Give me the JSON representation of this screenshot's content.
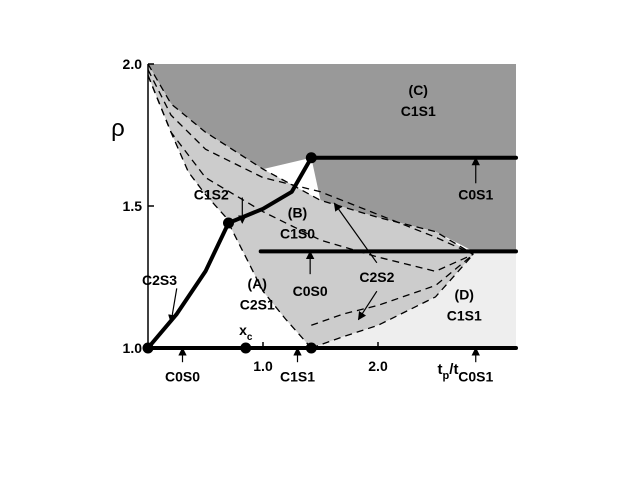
{
  "chart_data": {
    "type": "phase-diagram",
    "title": "",
    "xlabel": "t_p/t",
    "ylabel": "ρ",
    "xlim": [
      0,
      3.2
    ],
    "ylim": [
      1.0,
      2.0
    ],
    "xticks": [
      {
        "value": 1.0,
        "label": "1.0"
      },
      {
        "value": 2.0,
        "label": "2.0"
      }
    ],
    "yticks": [
      {
        "value": 1.0,
        "label": "1.0"
      },
      {
        "value": 1.5,
        "label": "1.5"
      },
      {
        "value": 2.0,
        "label": "2.0"
      }
    ],
    "colors": {
      "region_C": "#999999",
      "region_B": "#cccccc",
      "region_D": "#eeeeee",
      "line": "#000000"
    },
    "regions": [
      {
        "id": "A",
        "letter": "(A)",
        "phase": "C2S1",
        "at": [
          0.95,
          1.21
        ]
      },
      {
        "id": "B",
        "letter": "(B)",
        "phase": "C1S0",
        "at": [
          1.3,
          1.46
        ]
      },
      {
        "id": "C",
        "letter": "(C)",
        "phase": "C1S1",
        "at": [
          2.35,
          1.89
        ]
      },
      {
        "id": "D",
        "letter": "(D)",
        "phase": "C1S1",
        "at": [
          2.75,
          1.17
        ]
      }
    ],
    "points": [
      {
        "x": 0.0,
        "y": 1.0
      },
      {
        "x": 0.85,
        "y": 1.0,
        "label": "x",
        "sub": "c"
      },
      {
        "x": 1.42,
        "y": 1.0
      },
      {
        "x": 0.7,
        "y": 1.44
      },
      {
        "x": 1.42,
        "y": 1.67
      }
    ],
    "thick_lines": [
      {
        "name": "bottom",
        "points": [
          [
            0.0,
            1.0
          ],
          [
            3.2,
            1.0
          ]
        ]
      },
      {
        "name": "c2s3",
        "points": [
          [
            0.0,
            1.0
          ],
          [
            0.25,
            1.12
          ],
          [
            0.5,
            1.27
          ],
          [
            0.7,
            1.44
          ]
        ]
      },
      {
        "name": "c1s2",
        "points": [
          [
            0.7,
            1.44
          ],
          [
            1.0,
            1.49
          ],
          [
            1.25,
            1.55
          ],
          [
            1.42,
            1.67
          ]
        ]
      },
      {
        "name": "upper-plateau",
        "points": [
          [
            1.42,
            1.67
          ],
          [
            3.2,
            1.67
          ]
        ]
      },
      {
        "name": "lower-plateau",
        "points": [
          [
            0.98,
            1.34
          ],
          [
            3.2,
            1.34
          ]
        ]
      }
    ],
    "dashed_lines": [
      {
        "name": "outer-upper",
        "points": [
          [
            0.0,
            2.0
          ],
          [
            0.2,
            1.86
          ],
          [
            0.5,
            1.76
          ],
          [
            1.0,
            1.63
          ],
          [
            1.5,
            1.52
          ],
          [
            2.0,
            1.46
          ],
          [
            2.5,
            1.41
          ],
          [
            2.83,
            1.33
          ]
        ]
      },
      {
        "name": "inner-upper",
        "points": [
          [
            0.0,
            1.98
          ],
          [
            0.2,
            1.82
          ],
          [
            0.5,
            1.7
          ],
          [
            1.0,
            1.6
          ],
          [
            1.5,
            1.55
          ],
          [
            2.0,
            1.47
          ],
          [
            2.5,
            1.39
          ],
          [
            2.83,
            1.33
          ]
        ]
      },
      {
        "name": "inner-lower",
        "points": [
          [
            0.0,
            1.96
          ],
          [
            0.2,
            1.76
          ],
          [
            0.5,
            1.6
          ],
          [
            1.0,
            1.48
          ],
          [
            1.5,
            1.38
          ],
          [
            2.0,
            1.32
          ],
          [
            2.5,
            1.27
          ],
          [
            2.83,
            1.33
          ]
        ]
      },
      {
        "name": "left-envelope",
        "points": [
          [
            0.0,
            1.96
          ],
          [
            0.1,
            1.86
          ],
          [
            0.2,
            1.76
          ],
          [
            0.35,
            1.62
          ],
          [
            0.5,
            1.54
          ],
          [
            0.7,
            1.45
          ]
        ]
      },
      {
        "name": "d-lower-1",
        "points": [
          [
            1.42,
            1.0
          ],
          [
            1.7,
            1.04
          ],
          [
            2.0,
            1.08
          ],
          [
            2.5,
            1.18
          ],
          [
            2.83,
            1.33
          ]
        ]
      },
      {
        "name": "d-lower-2",
        "points": [
          [
            1.42,
            1.08
          ],
          [
            1.7,
            1.12
          ],
          [
            2.0,
            1.15
          ],
          [
            2.5,
            1.22
          ],
          [
            2.83,
            1.33
          ]
        ]
      },
      {
        "name": "d-lower-3",
        "points": [
          [
            0.7,
            1.44
          ],
          [
            0.85,
            1.32
          ],
          [
            1.0,
            1.2
          ],
          [
            1.2,
            1.1
          ],
          [
            1.42,
            1.0
          ]
        ]
      }
    ],
    "annotations": [
      {
        "name": "c1s2",
        "text": "C1S2",
        "text_at": [
          0.55,
          1.54
        ],
        "arrows": [
          [
            [
              0.82,
              1.53
            ],
            [
              0.82,
              1.44
            ]
          ]
        ]
      },
      {
        "name": "c2s2",
        "text": "C2S2",
        "text_at": [
          1.99,
          1.25
        ],
        "arrows": [
          [
            [
              1.99,
              1.3
            ],
            [
              1.62,
              1.51
            ]
          ],
          [
            [
              1.99,
              1.2
            ],
            [
              1.83,
              1.1
            ]
          ]
        ]
      },
      {
        "name": "c2s3",
        "text": "C2S3",
        "text_at": [
          0.1,
          1.24
        ],
        "arrows": [
          [
            [
              0.25,
              1.21
            ],
            [
              0.2,
              1.09
            ]
          ]
        ]
      },
      {
        "name": "c0s0-b",
        "text": "C0S0",
        "text_at": [
          1.41,
          1.2
        ],
        "arrows": [
          [
            [
              1.41,
              1.26
            ],
            [
              1.41,
              1.34
            ]
          ]
        ]
      },
      {
        "name": "c0s1-upper",
        "text": "C0S1",
        "text_at": [
          2.85,
          1.54
        ],
        "arrows": [
          [
            [
              2.85,
              1.58
            ],
            [
              2.85,
              1.67
            ]
          ]
        ]
      },
      {
        "name": "c0s0-bottom",
        "text": "C0S0",
        "text_at": [
          0.3,
          0.9
        ],
        "arrows": [
          [
            [
              0.3,
              0.95
            ],
            [
              0.3,
              1.0
            ]
          ]
        ]
      },
      {
        "name": "c1s1-bottom",
        "text": "C1S1",
        "text_at": [
          1.3,
          0.9
        ],
        "arrows": [
          [
            [
              1.3,
              0.95
            ],
            [
              1.3,
              1.0
            ]
          ]
        ]
      },
      {
        "name": "c0s1-bottom",
        "text": "C0S1",
        "text_at": [
          2.85,
          0.9
        ],
        "arrows": [
          [
            [
              2.85,
              0.95
            ],
            [
              2.85,
              1.0
            ]
          ]
        ]
      }
    ]
  }
}
